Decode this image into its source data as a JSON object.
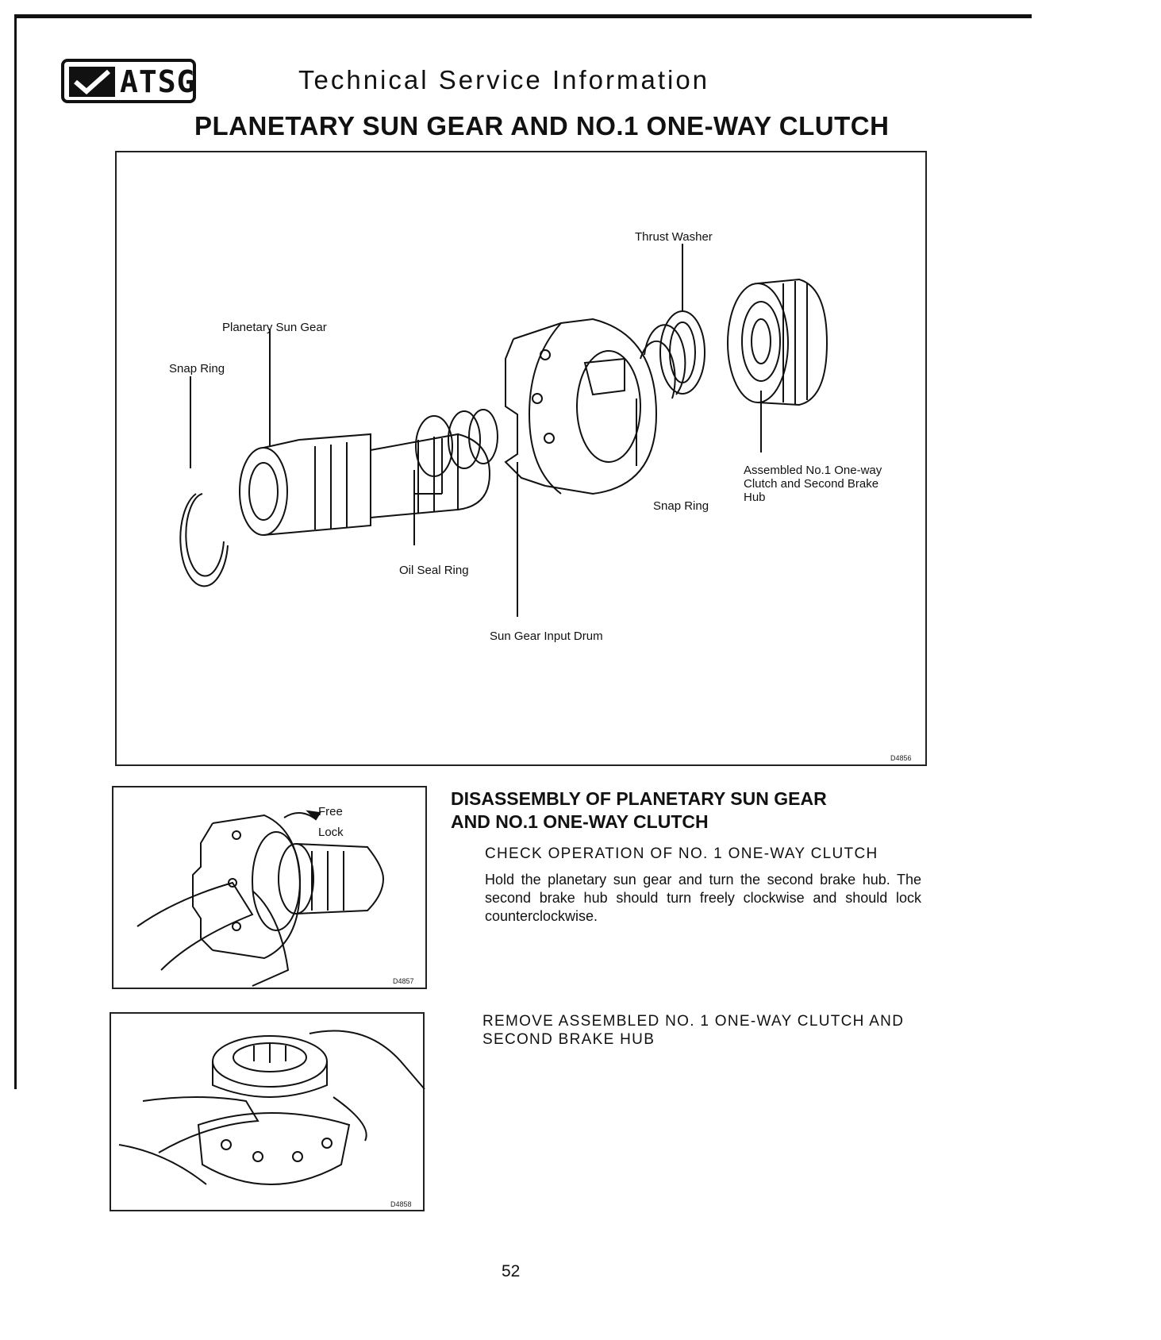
{
  "header": {
    "logo_text": "ATSG",
    "title": "Technical Service Information"
  },
  "page_title": "PLANETARY SUN GEAR AND NO.1 ONE-WAY CLUTCH",
  "main_figure": {
    "code": "D4856",
    "labels": {
      "thrust_washer": "Thrust Washer",
      "planetary_sun_gear": "Planetary Sun Gear",
      "snap_ring_left": "Snap Ring",
      "snap_ring_right": "Snap Ring",
      "assembled_line1": "Assembled No.1 One-way",
      "assembled_line2": "Clutch and Second Brake",
      "assembled_line3": "Hub",
      "oil_seal_ring": "Oil Seal Ring",
      "sun_gear_input_drum": "Sun Gear Input Drum"
    }
  },
  "figure_a": {
    "code": "D4857",
    "free_label": "Free",
    "lock_label": "Lock"
  },
  "figure_b": {
    "code": "D4858"
  },
  "section": {
    "heading_line1": "DISASSEMBLY OF PLANETARY SUN GEAR",
    "heading_line2": "AND NO.1 ONE-WAY CLUTCH",
    "step1_title": "CHECK OPERATION OF NO. 1 ONE-WAY CLUTCH",
    "step1_body": "Hold the planetary sun gear and turn the second brake hub. The second brake hub should turn freely clockwise and should lock counterclockwise.",
    "step2_title_line1": "REMOVE ASSEMBLED NO. 1 ONE-WAY CLUTCH AND",
    "step2_title_line2": "SECOND BRAKE HUB"
  },
  "page_number": "52"
}
